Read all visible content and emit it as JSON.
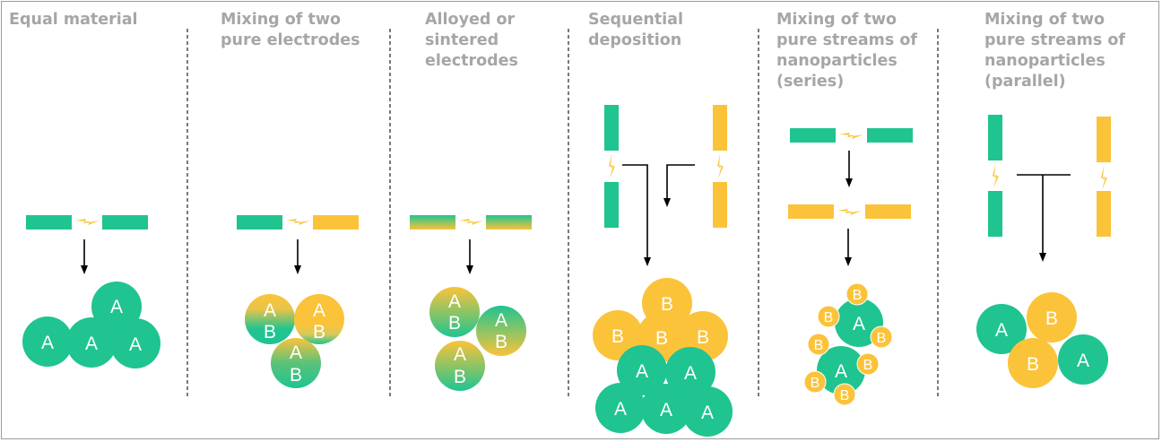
{
  "titles": [
    "Equal material",
    "Mixing of two\npure electrodes",
    "Alloyed or\nsintered\nelectrodes",
    "Sequential\ndeposition",
    "Mixing of two\npure streams of\nnanoparticles\n(series)",
    "Mixing of two\npure streams of\nnanoparticles\n(parallel)"
  ],
  "labels": {
    "a": "A",
    "b": "B"
  },
  "colors": {
    "green": "#1fc490",
    "yellow": "#fbc33a",
    "title_gray": "#a6a6a6",
    "line": "#000000"
  }
}
